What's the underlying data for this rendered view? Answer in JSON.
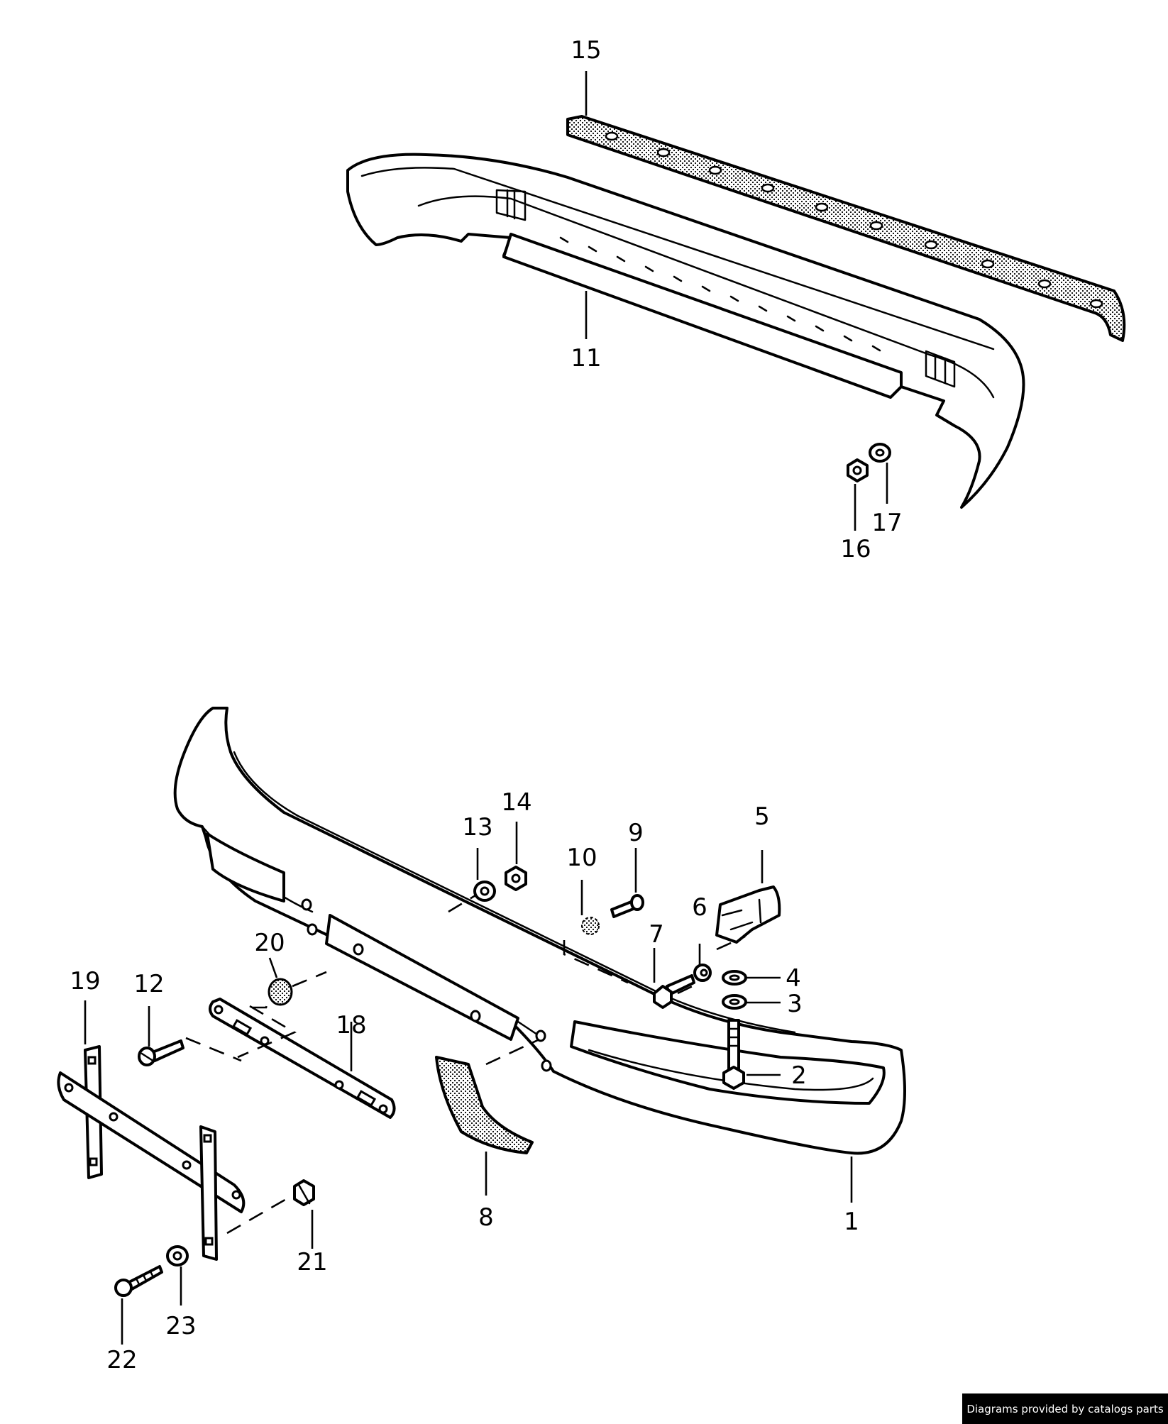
{
  "callouts": {
    "c1": "1",
    "c2": "2",
    "c3": "3",
    "c4": "4",
    "c5": "5",
    "c6": "6",
    "c7": "7",
    "c8": "8",
    "c9": "9",
    "c10": "10",
    "c11": "11",
    "c12": "12",
    "c13": "13",
    "c14": "14",
    "c15": "15",
    "c16": "16",
    "c17": "17",
    "c18": "18",
    "c19": "19",
    "c20": "20",
    "c21": "21",
    "c22": "22",
    "c23": "23"
  },
  "credit": "Diagrams provided by catalogs parts"
}
